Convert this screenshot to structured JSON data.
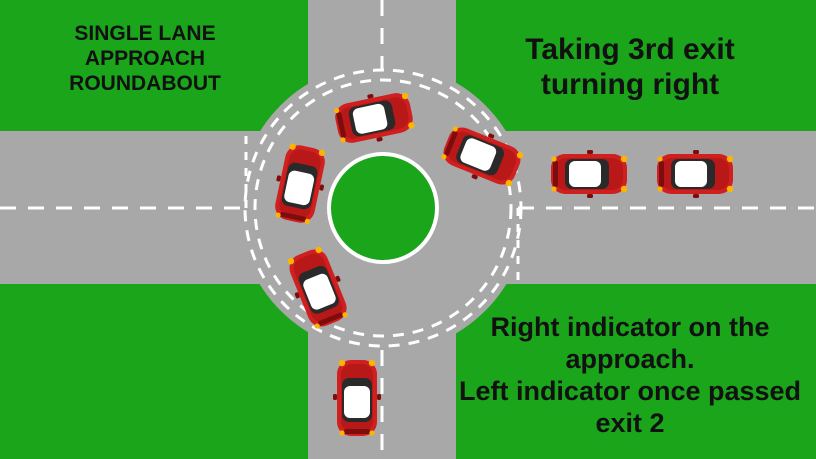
{
  "title": {
    "lines": [
      "SINGLE LANE",
      "APPROACH",
      "ROUNDABOUT"
    ]
  },
  "exit_caption": {
    "lines": [
      "Taking 3rd exit",
      "turning right"
    ]
  },
  "indicator_caption": {
    "lines": [
      "Right indicator on the",
      "approach.",
      "Left indicator once passed",
      "exit 2"
    ]
  },
  "colors": {
    "grass": "#1aa51a",
    "road": "#a8a8a8",
    "markings": "#ffffff",
    "car_body": "#d01f1f",
    "car_dark": "#7d0d0d",
    "car_glass": "#ffffff",
    "car_roof": "#2a2a2a",
    "indicator": "#ffb400"
  },
  "cars": [
    {
      "id": "car-south-approach",
      "heading": "north"
    },
    {
      "id": "car-southwest-circulating",
      "heading": "north"
    },
    {
      "id": "car-west-circulating",
      "heading": "north"
    },
    {
      "id": "car-north-circulating",
      "heading": "east"
    },
    {
      "id": "car-northeast-exiting",
      "heading": "east"
    },
    {
      "id": "car-east-exit-1",
      "heading": "east"
    },
    {
      "id": "car-east-exit-2",
      "heading": "east"
    }
  ]
}
